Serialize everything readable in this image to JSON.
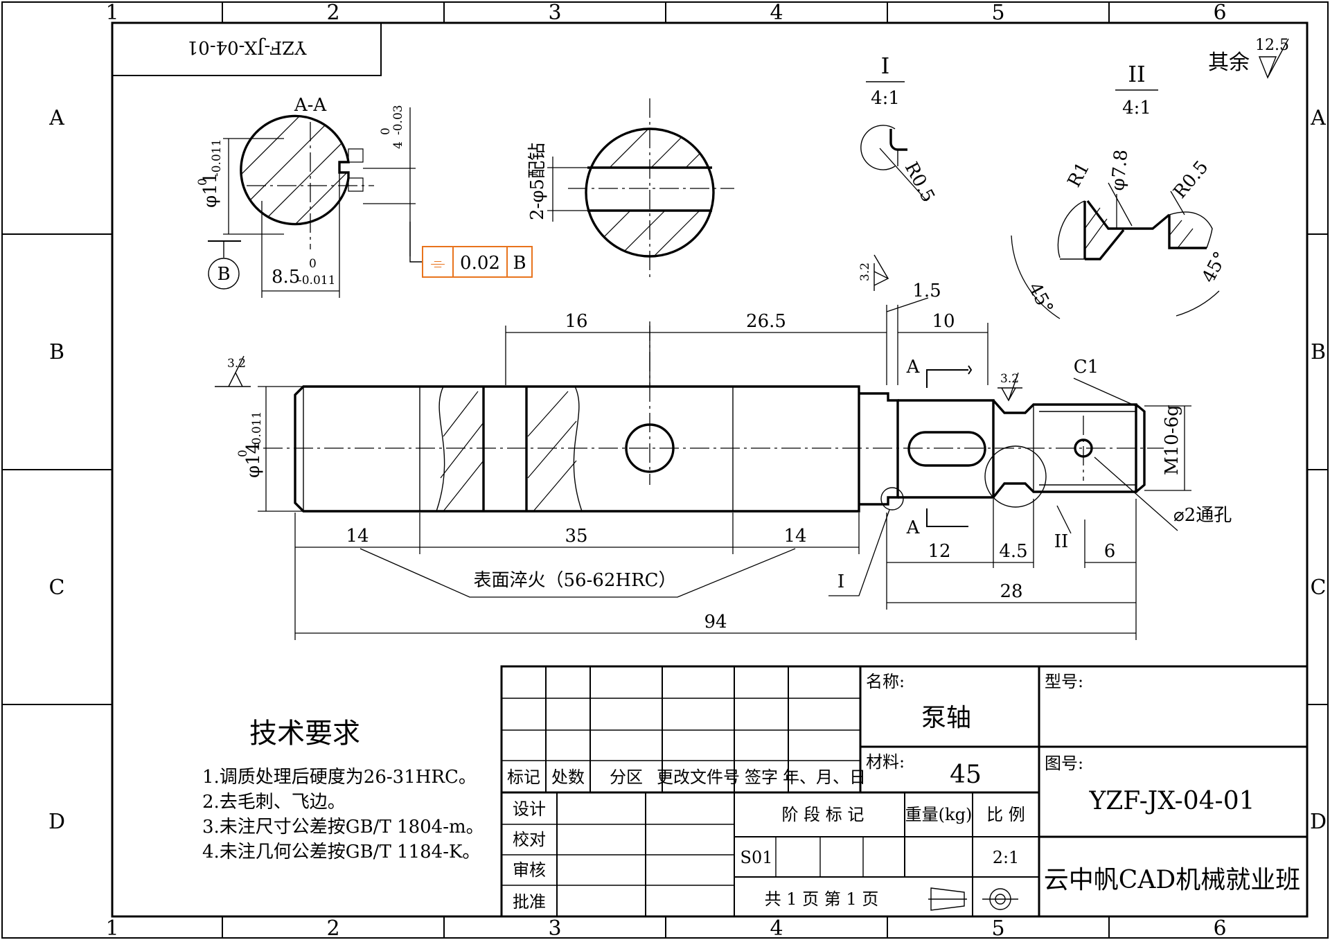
{
  "zones": {
    "columns": [
      "1",
      "2",
      "3",
      "4",
      "5",
      "6"
    ],
    "rows": [
      "A",
      "B",
      "C",
      "D"
    ]
  },
  "mirrored_code": "YZF-JX-04-01",
  "roughness_general": {
    "label": "其余",
    "value": "12.5"
  },
  "views": {
    "section_aa": {
      "title": "A-A",
      "dia": "φ11",
      "dia_tol_upper": "0",
      "dia_tol_lower": "-0.011",
      "width": "8.5",
      "width_tol_upper": "0",
      "width_tol_lower": "-0.011",
      "slot": "4",
      "slot_tol_upper": "0",
      "slot_tol_lower": "-0.03",
      "datum": "B",
      "tolerance_frame": {
        "symbol": "⌯",
        "value": "0.02",
        "datum": "B",
        "color": "#e8731c"
      }
    },
    "section_pin": {
      "label": "2-φ5配钻"
    },
    "detail_1": {
      "title": "I",
      "scale": "4:1",
      "radius": "R0.5"
    },
    "detail_2": {
      "title": "II",
      "scale": "4:1",
      "r1": "R1",
      "dia": "φ7.8",
      "r2": "R0.5",
      "angle_left": "45°",
      "angle_right": "45°"
    },
    "main": {
      "roughness_left": "3.2",
      "roughness_top": "3.2",
      "roughness_neck": "3.2",
      "dia_main": "φ14",
      "dia_main_tol_upper": "0",
      "dia_main_tol_lower": "-0.011",
      "dims_top": [
        "16",
        "26.5",
        "1.5",
        "10"
      ],
      "dims_bottom": [
        "14",
        "35",
        "14",
        "12",
        "4.5",
        "6",
        "28",
        "94"
      ],
      "hardening_note": "表面淬火（56-62HRC）",
      "chamfer": "C1",
      "thread": "M10-6g",
      "hole_note": "⌀2通孔",
      "section_letter": "A",
      "detail_1_mark": "I",
      "detail_2_mark": "II"
    }
  },
  "tech_requirements": {
    "title": "技术要求",
    "items": [
      "1.调质处理后硬度为26-31HRC。",
      "2.去毛刺、飞边。",
      "3.未注尺寸公差按GB/T 1804-m。",
      "4.未注几何公差按GB/T 1184-K。"
    ]
  },
  "title_block": {
    "rev_headers": [
      "标记",
      "处数",
      "分区",
      "更改文件号",
      "签字",
      "年、月、日"
    ],
    "roles": [
      "设计",
      "校对",
      "审核",
      "批准"
    ],
    "name_label": "名称:",
    "name_value": "泵轴",
    "material_label": "材料:",
    "material_value": "45",
    "model_label": "型号:",
    "drawing_no_label": "图号:",
    "drawing_no_value": "YZF-JX-04-01",
    "stage_label": "阶 段 标 记",
    "weight_label": "重量(kg)",
    "scale_label": "比 例",
    "stage_value": "S01",
    "scale_value": "2:1",
    "sheets": "共 1 页   第 1 页",
    "company": "云中帆CAD机械就业班"
  }
}
